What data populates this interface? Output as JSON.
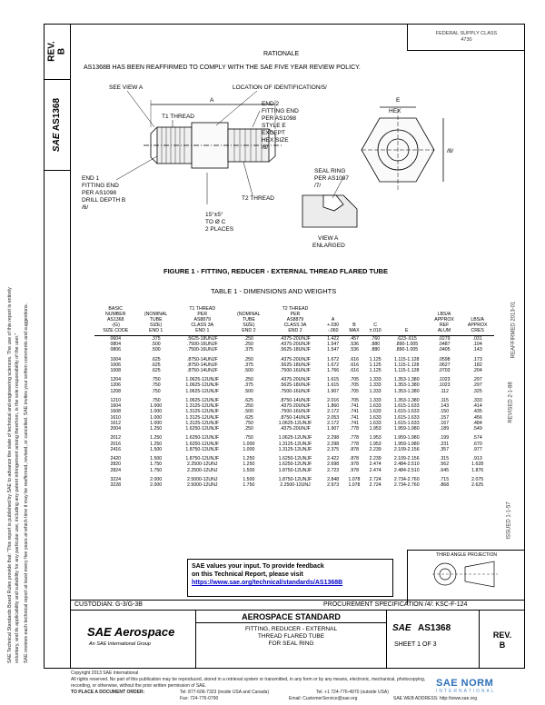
{
  "header": {
    "rev_label": "REV.",
    "rev_value": "B",
    "doc_number": "AS1368",
    "sae_mark": "SAE",
    "fed_area": [
      "FEDERAL SUPPLY CLASS",
      "4730"
    ]
  },
  "side_note": [
    "SAE Technical Standards Board Rules provide that: “This report is published by SAE to advance the state of technical and engineering sciences. The use of this report is entirely",
    "voluntary, and its applicability and suitability for any particular use, including any patent infringement arising therefrom, is the sole responsibility of the user.”",
    "SAE reviews each technical report at least every five years at which time it may be reaffirmed, revised, or cancelled. SAE invites your written comments and suggestions."
  ],
  "right_margin": {
    "issued": "ISSUED 1-1-57",
    "revised": "REVISED 2-1-88",
    "reaffirmed": "REAFFIRMED 2013-01"
  },
  "rationale": {
    "heading": "RATIONALE",
    "text": "AS1368B HAS BEEN REAFFIRMED TO COMPLY WITH THE SAE FIVE YEAR REVIEW POLICY."
  },
  "drawing_labels": {
    "see_view_a": "SEE VIEW A",
    "location": "LOCATION OF IDENTIFICATION/5/",
    "a": "A",
    "t1": "T1 THREAD",
    "end2": [
      "END 2",
      "FITTING END",
      "PER AS1098",
      "STYLE E",
      "EXCEPT",
      "HEX SIZE",
      "/6/"
    ],
    "e": "E",
    "hex": "HEX",
    "dim8": "/8/",
    "end1": [
      "END 1",
      "FITTING END",
      "PER AS1098",
      "DRILL DEPTH B",
      "/6/"
    ],
    "t2": "T2 THREAD",
    "seal": [
      "SEAL RING",
      "PER AS1097",
      "/7/"
    ],
    "angle": [
      "15°±5°",
      "TO Ø C",
      "2 PLACES"
    ],
    "view": [
      "VIEW A",
      "ENLARGED"
    ]
  },
  "figure_caption": "FIGURE 1 - FITTING, REDUCER - EXTERNAL THREAD FLARED TUBE",
  "table_caption": "TABLE 1 - DIMENSIONS AND WEIGHTS",
  "table": {
    "headers": [
      [
        "BASIC",
        "NUMBER",
        "AS1368",
        "-(G)",
        "SIZE CODE"
      ],
      [
        "(NOMINAL",
        "TUBE",
        "SIZE)",
        "END 1"
      ],
      [
        "T1 THREAD",
        "PER",
        "AS8879",
        "CLASS 3A",
        "END 1"
      ],
      [
        "(NOMINAL",
        "TUBE",
        "SIZE)",
        "END 2"
      ],
      [
        "T2 THREAD",
        "PER",
        "AS8879",
        "CLASS 3A",
        "END 2"
      ],
      [
        "A",
        "+.030",
        "-.060"
      ],
      [
        "B",
        "MAX"
      ],
      [
        "C",
        "±.010"
      ],
      [
        "E"
      ],
      [
        "LBS/A",
        "APPROX",
        "REF",
        "ALUM"
      ],
      [
        "LBS/A",
        "APPROX",
        "CRES"
      ]
    ],
    "rows": [
      [
        "0604",
        ".375",
        ".5625-18UNJF",
        ".250",
        ".4375-20UNJF",
        "1.422",
        ".457",
        ".760",
        ".623-.615",
        ".0279",
        ".031"
      ],
      [
        "0804",
        ".500",
        ".7500-16UNJF",
        ".250",
        ".4375-20UNJF",
        "1.547",
        ".536",
        ".880",
        ".890-1.005",
        ".0487",
        ".104"
      ],
      [
        "0806",
        ".500",
        ".7500-16UNJF",
        ".375",
        ".5625-18UNJF",
        "1.547",
        ".536",
        ".880",
        ".890-1.005",
        ".0405",
        ".143"
      ],
      [
        "1004",
        ".625",
        ".8750-14UNJF",
        ".250",
        ".4375-20UNJF",
        "1.672",
        ".616",
        "1.125",
        "1.115-1.128",
        ".0598",
        ".173"
      ],
      [
        "1006",
        ".625",
        ".8750-14UNJF",
        ".375",
        ".5625-18UNJF",
        "1.672",
        ".616",
        "1.125",
        "1.115-1.128",
        ".0627",
        ".182"
      ],
      [
        "1008",
        ".625",
        ".8750-14UNJF",
        ".500",
        ".7500-16UNJF",
        "1.766",
        ".616",
        "1.125",
        "1.115-1.128",
        ".0703",
        ".204"
      ],
      [
        "1204",
        ".750",
        "1.0625-12UNJF",
        ".250",
        ".4375-20UNJF",
        "1.615",
        ".705",
        "1.333",
        "1.353-1.380",
        ".1023",
        ".297"
      ],
      [
        "1206",
        ".750",
        "1.0625-12UNJF",
        ".375",
        ".5625-18UNJF",
        "1.615",
        ".705",
        "1.333",
        "1.353-1.380",
        ".1023",
        ".297"
      ],
      [
        "1208",
        ".750",
        "1.0625-12UNJF",
        ".500",
        ".7500-16UNJF",
        "1.907",
        ".705",
        "1.333",
        "1.353-1.380",
        ".112",
        ".325"
      ],
      [
        "1210",
        ".750",
        "1.0625-12UNJF",
        ".625",
        ".8750-14UNJF",
        "2.016",
        ".705",
        "1.333",
        "1.353-1.380",
        ".115",
        ".333"
      ],
      [
        "1604",
        "1.000",
        "1.3125-12UNJF",
        ".250",
        ".4375-20UNJF",
        "1.860",
        ".741",
        "1.633",
        "1.615-1.633",
        ".143",
        ".414"
      ],
      [
        "1608",
        "1.000",
        "1.3125-12UNJF",
        ".500",
        ".7500-16UNJF",
        "2.172",
        ".741",
        "1.633",
        "1.615-1.633",
        ".150",
        ".435"
      ],
      [
        "1610",
        "1.000",
        "1.3125-12UNJF",
        ".625",
        ".8750-14UNJF",
        "2.053",
        ".741",
        "1.633",
        "1.615-1.633",
        ".157",
        ".456"
      ],
      [
        "1612",
        "1.000",
        "1.3125-12UNJF",
        ".750",
        "1.0625-12UNJF",
        "2.172",
        ".741",
        "1.633",
        "1.615-1.633",
        ".167",
        ".484"
      ],
      [
        "2004",
        "1.250",
        "1.6250-12UNJF",
        ".250",
        ".4375-20UNJF",
        "1.907",
        ".778",
        "1.953",
        "1.959-1.980",
        ".189",
        ".549"
      ],
      [
        "2012",
        "1.250",
        "1.6250-12UNJF",
        ".750",
        "1.0625-12UNJF",
        "2.298",
        ".778",
        "1.953",
        "1.959-1.980",
        ".199",
        ".574"
      ],
      [
        "2016",
        "1.250",
        "1.6250-12UNJF",
        "1.000",
        "1.3125-12UNJF",
        "2.298",
        ".778",
        "1.953",
        "1.959-1.980",
        ".231",
        ".670"
      ],
      [
        "2416",
        "1.500",
        "1.8750-12UNJF",
        "1.000",
        "1.3125-12UNJF",
        "2.375",
        ".878",
        "2.239",
        "2.109-2.156",
        ".357",
        ".977"
      ],
      [
        "2420",
        "1.500",
        "1.8750-12UNJF",
        "1.250",
        "1.6250-12UNJF",
        "2.422",
        ".878",
        "2.239",
        "2.109-2.156",
        ".315",
        ".913"
      ],
      [
        "2820",
        "1.750",
        "2.2500-12UNJ",
        "1.250",
        "1.6250-12UNJF",
        "2.698",
        ".978",
        "2.474",
        "2.484-2.510",
        ".562",
        "1.628"
      ],
      [
        "2824",
        "1.750",
        "2.2500-12UNJ",
        "1.500",
        "1.8750-12UNJF",
        "2.723",
        ".978",
        "2.474",
        "2.484-2.510",
        ".645",
        "1.876"
      ],
      [
        "3224",
        "2.000",
        "2.5000-12UNJ",
        "1.500",
        "1.8750-12UNJF",
        "2.848",
        "1.078",
        "2.724",
        "2.734-2.760",
        ".715",
        "2.075"
      ],
      [
        "3228",
        "2.000",
        "2.5000-12UNJ",
        "1.750",
        "2.2500-12UNJ",
        "2.973",
        "1.078",
        "2.724",
        "2.734-2.760",
        ".868",
        "2.625"
      ]
    ]
  },
  "third_angle": "THIRD ANGLE PROJECTION",
  "feedback": {
    "line1": "SAE values your input. To provide feedback",
    "line2": "on this Technical Report, please visit",
    "link": "https://www.sae.org/technical/standards/AS1368B"
  },
  "custodian": {
    "left": "CUSTODIAN: G-3/G-3B",
    "right": "PROCUREMENT SPECIFICATION /4/: KSC-F-124"
  },
  "title_block": {
    "logo": "SAE Aerospace",
    "logo_sub": "An SAE International Group",
    "standard": "AEROSPACE STANDARD",
    "title": [
      "FITTING, REDUCER - EXTERNAL",
      "THREAD FLARED TUBE",
      "FOR SEAL RING"
    ],
    "sae": "SAE",
    "number": "AS1368",
    "sheet": "SHEET 1 OF 3",
    "rev_label": "REV.",
    "rev": "B"
  },
  "footer": {
    "copyright": "Copyright 2013 SAE International",
    "rights": "All rights reserved. No part of this publication may be reproduced, stored in a retrieval system or transmitted, in any form or by any means, electronic, mechanical, photocopying,",
    "rights2": "recording, or otherwise, without the prior written permission of SAE.",
    "order": "TO PLACE A DOCUMENT ORDER:",
    "tel": "Tel: 877-606-7323 (inside USA and Canada)",
    "tel2": "Tel: +1 724-776-4970 (outside USA)",
    "fax": "Fax: 724-776-0790",
    "email": "Email: CustomerService@sae.org",
    "web": "SAE WEB ADDRESS: http://www.sae.org"
  },
  "watermark": {
    "main": "SAE NORM",
    "sub": "INTERNATIONAL"
  }
}
